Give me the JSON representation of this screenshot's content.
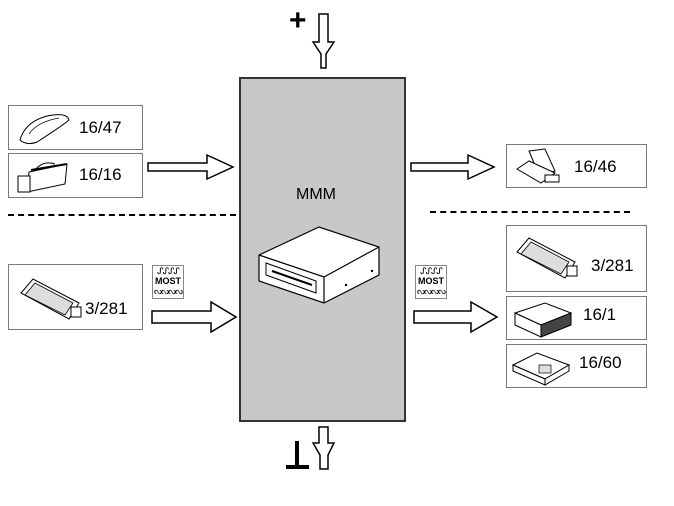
{
  "diagram": {
    "center_module": {
      "label": "MMM",
      "fill": "#c8c8c8"
    },
    "power": {
      "plus_symbol": "+",
      "ground_symbol": "⊥"
    },
    "left_inputs_top": [
      {
        "label": "16/47",
        "icon": "roof-antenna-icon"
      },
      {
        "label": "16/16",
        "icon": "antenna-amplifier-icon"
      }
    ],
    "left_inputs_bottom": [
      {
        "label": "3/281",
        "icon": "display-icon"
      }
    ],
    "right_outputs_top": [
      {
        "label": "16/46",
        "icon": "control-panel-icon"
      }
    ],
    "right_outputs_bottom": [
      {
        "label": "3/281",
        "icon": "display-icon"
      },
      {
        "label": "16/1",
        "icon": "amplifier-icon"
      },
      {
        "label": "16/60",
        "icon": "control-unit-icon"
      }
    ],
    "bus_badge": {
      "top_wave": "ᔑᔑᔑᔑ",
      "text": "MOST",
      "bottom_wave": "ᔓᔓᔓᔓ"
    }
  }
}
